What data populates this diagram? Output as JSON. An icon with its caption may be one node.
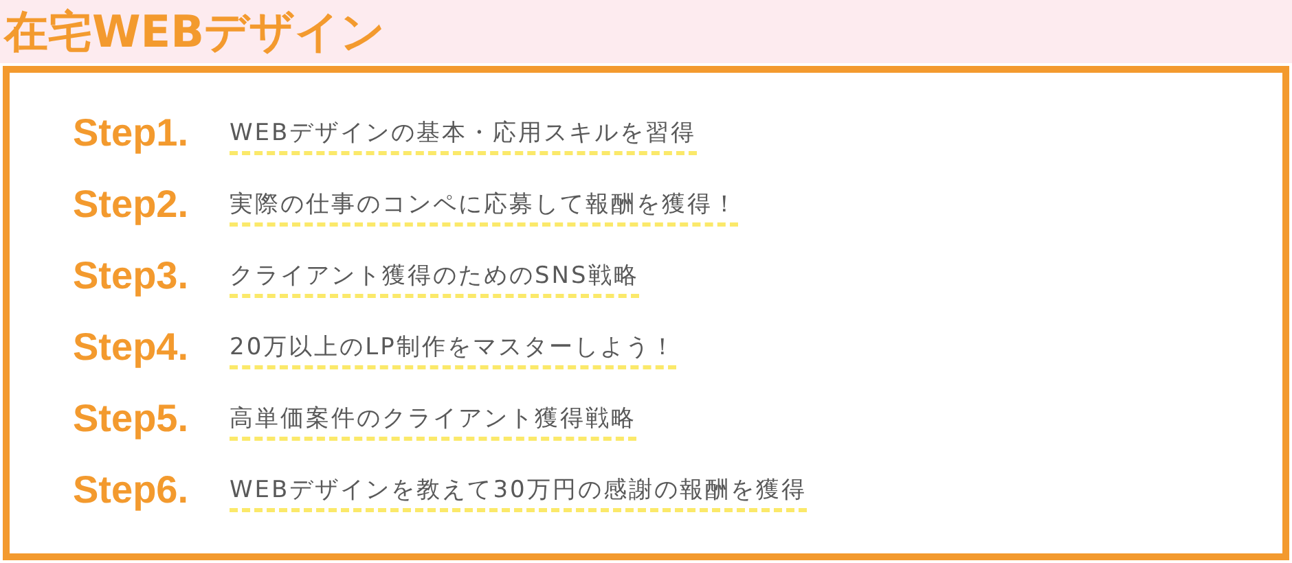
{
  "diagram": {
    "title": "在宅WEBデザイン",
    "labels": [
      "Step1.",
      "WEBデザインの基本・応用スキルを習得",
      "Step2.",
      "実際の仕事のコンペに応募して報酬を獲得！",
      "Step3.",
      "クライアント獲得のためのSNS戦略",
      "Step4.",
      "20万以上のLP制作をマスターしよう！",
      "Step5.",
      "高単価案件のクライアント獲得戦略",
      "Step6.",
      "WEBデザインを教えて30万円の感謝の報酬を獲得"
    ]
  }
}
